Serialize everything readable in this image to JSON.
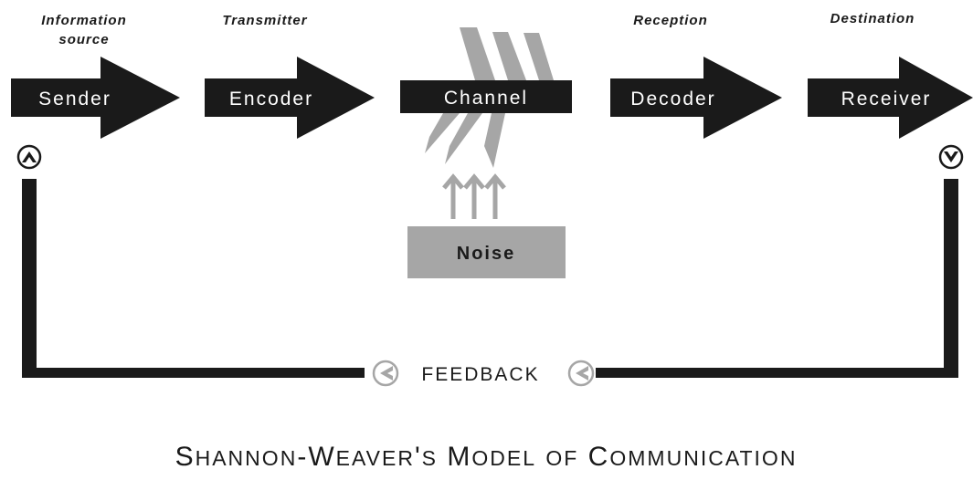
{
  "stages": [
    {
      "caption_lines": [
        "Information",
        "source"
      ],
      "label": "Sender"
    },
    {
      "caption_lines": [
        "Transmitter"
      ],
      "label": "Encoder"
    },
    {
      "caption_lines": [],
      "label": "Channel"
    },
    {
      "caption_lines": [
        "Reception"
      ],
      "label": "Decoder"
    },
    {
      "caption_lines": [
        "Destination"
      ],
      "label": "Receiver"
    }
  ],
  "noise": {
    "label": "Noise"
  },
  "feedback": {
    "label": "FEEDBACK"
  },
  "title": "Shannon-Weaver's Model of Communication",
  "colors": {
    "black": "#1a1a1a",
    "gray": "#a6a6a6",
    "white": "#ffffff"
  },
  "icons": [
    "up-chevron-circle-icon",
    "down-chevron-circle-icon",
    "left-chevron-circle-icon"
  ]
}
